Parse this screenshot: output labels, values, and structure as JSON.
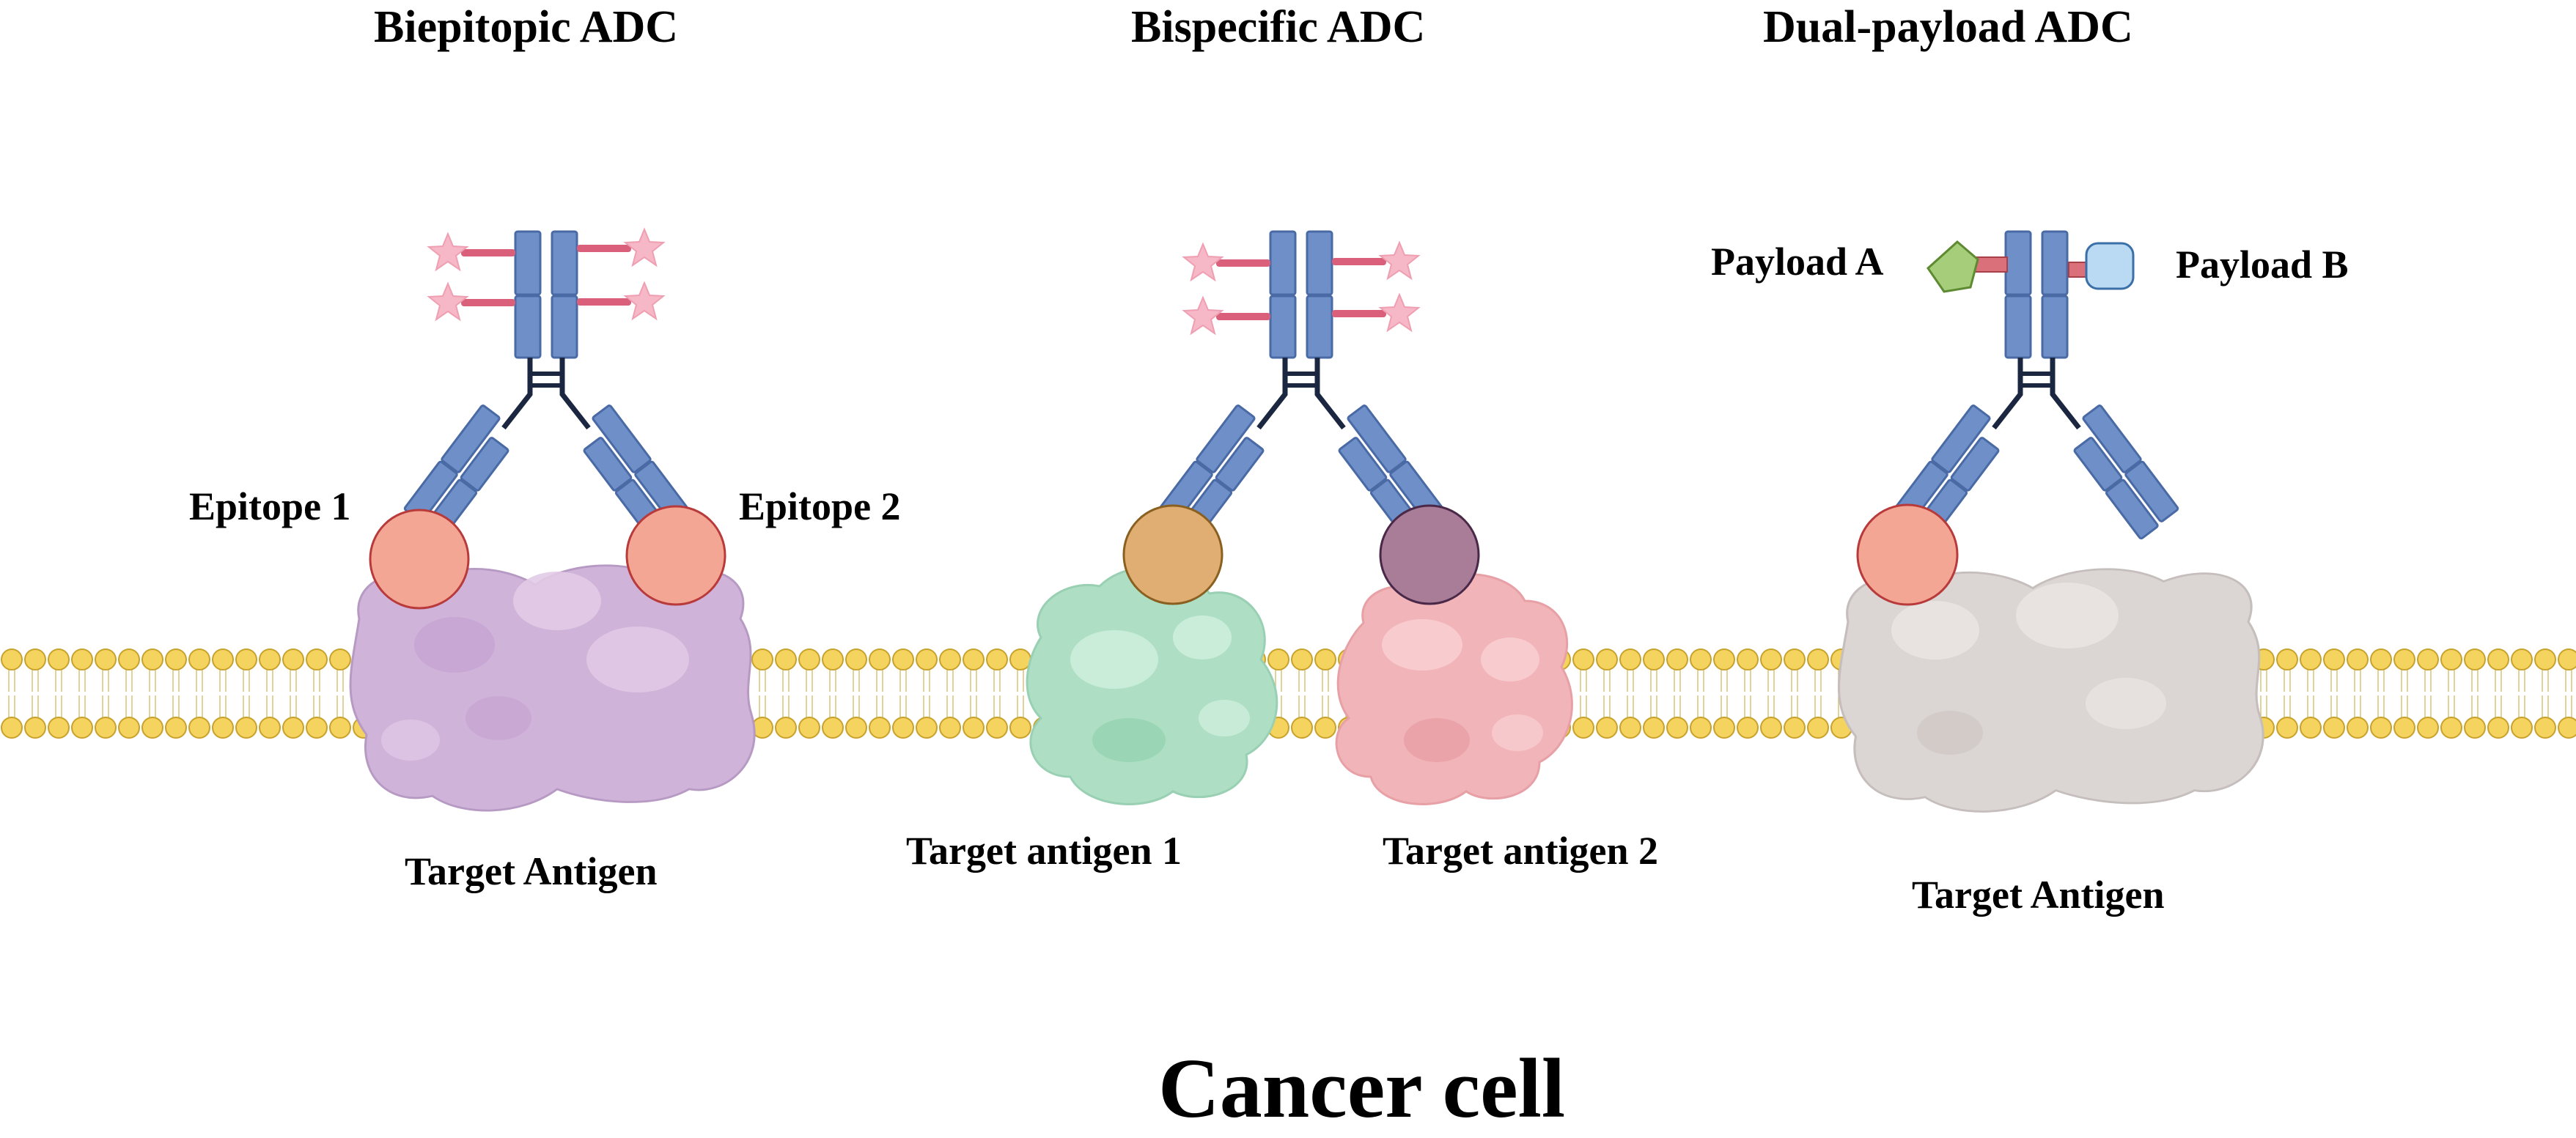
{
  "panels": [
    {
      "title": "Biepitopic ADC",
      "labels": {
        "left": "Epitope 1",
        "right": "Epitope 2",
        "antigen": "Target Antigen"
      }
    },
    {
      "title": "Bispecific ADC",
      "labels": {
        "antigen_1": "Target antigen 1",
        "antigen_2": "Target antigen 2"
      }
    },
    {
      "title": "Dual-payload ADC",
      "labels": {
        "payload_a": "Payload A",
        "payload_b": "Payload B",
        "antigen": "Target Antigen"
      }
    }
  ],
  "footer": {
    "title": "Cancer cell"
  },
  "colors": {
    "antibody": "#6f8fc8",
    "antibody_stroke": "#4a6aa6",
    "hinge": "#1b2740",
    "linker": "#d95f7a",
    "payload_star": "#f6b7c6",
    "epitope": "#f4a695",
    "epitope_stroke": "#c0392b",
    "antigen_bispecific_1_epitope": "#e0ad73",
    "antigen_bispecific_2_epitope": "#a97c98",
    "antigen_purple": "#d0b3d9",
    "antigen_green": "#aedfc4",
    "antigen_pink": "#f1b4b8",
    "antigen_gray": "#dbd5d3",
    "lipid_head": "#f4d35e",
    "lipid_stroke": "#c8a22d",
    "payload_a": "#a6cd79",
    "payload_b": "#b9daf2",
    "payload_linker": "#d9707a"
  },
  "icons": [
    "antibody-icon",
    "payload-star-icon",
    "antigen-blob-icon",
    "lipid-bilayer-icon",
    "pentagon-payload-icon",
    "rounded-square-payload-icon"
  ]
}
